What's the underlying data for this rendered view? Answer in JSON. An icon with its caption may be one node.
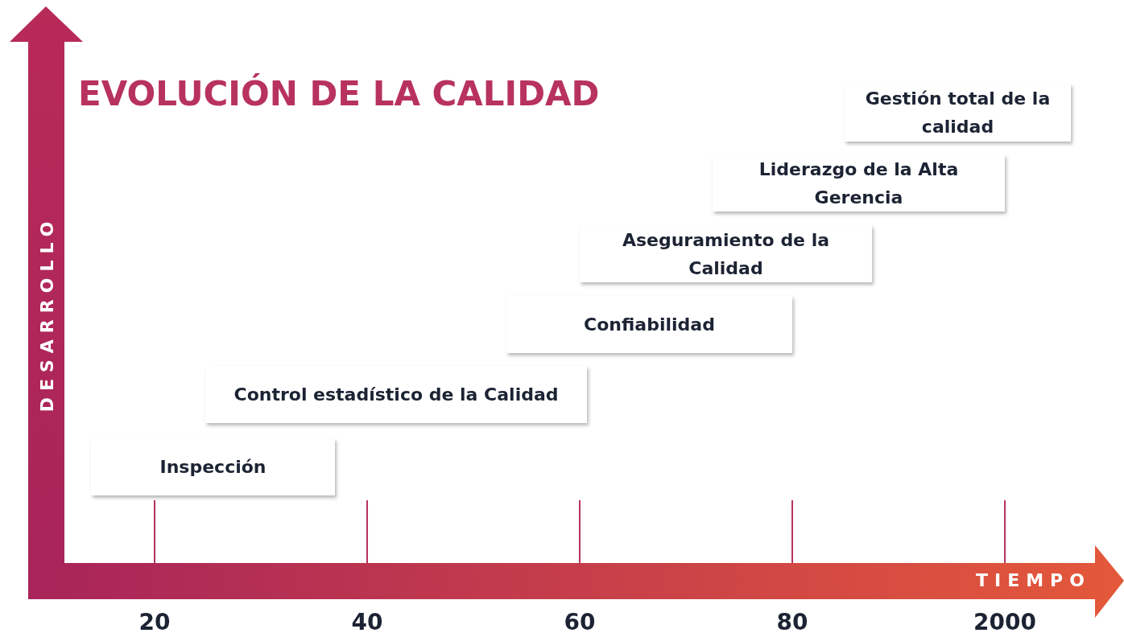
{
  "diagram": {
    "title": "EVOLUCIÓN DE LA CALIDAD",
    "nodes": [
      {
        "text": [
          "Inspección"
        ]
      },
      {
        "text": [
          "Control estadístico de la Calidad"
        ]
      },
      {
        "text": [
          "Confiabilidad"
        ]
      },
      {
        "text": [
          "Aseguramiento de la Calidad"
        ]
      },
      {
        "text": [
          "Liderazgo de la Alta Gerencia"
        ]
      },
      {
        "text": [
          "Gestión total de la calidad"
        ]
      }
    ],
    "edges": [],
    "labels": [
      "DESARROLLO",
      "TIEMPO",
      "20",
      "40",
      "60",
      "80",
      "2000"
    ]
  }
}
